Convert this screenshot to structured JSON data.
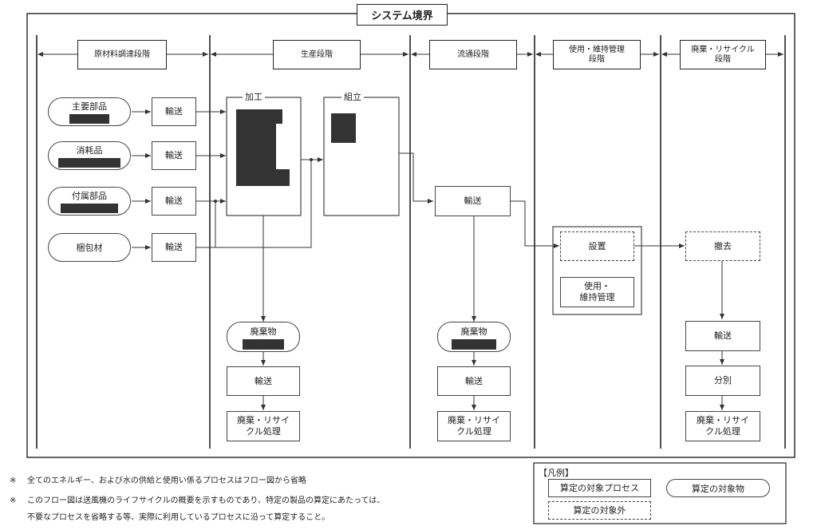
{
  "title": "システム境界",
  "stages": [
    {
      "label": "原材料調達段階"
    },
    {
      "label": "生産段階"
    },
    {
      "label": "流通段階"
    },
    {
      "label": "使用・維持管理\n段階"
    },
    {
      "label": "廃棄・リサイクル\n段階"
    }
  ],
  "materials": {
    "main_parts": "主要部品",
    "consumables": "消耗品",
    "accessories": "付属部品",
    "packaging": "梱包材"
  },
  "transport": "輸送",
  "production": {
    "processing": "加工",
    "assembly": "組立",
    "waste": "廃棄物",
    "transport": "輸送",
    "disposal": "廃棄・リサイ\nクル処理"
  },
  "distribution": {
    "transport": "輸送",
    "waste": "廃棄物",
    "waste_transport": "輸送",
    "disposal": "廃棄・リサイ\nクル処理"
  },
  "use": {
    "install": "設置",
    "maintenance": "使用・\n維持管理"
  },
  "eol": {
    "removal": "撤去",
    "transport": "輸送",
    "sorting": "分別",
    "disposal": "廃棄・リサイ\nクル処理"
  },
  "notes": [
    {
      "mark": "※",
      "text": "全てのエネルギー、および水の供給と使用い係るプロセスはフロー図から省略"
    },
    {
      "mark": "※",
      "text": "このフロー図は送風機のライフサイクルの概要を示すものであり、特定の製品の算定にあたっては、"
    },
    {
      "mark": "",
      "text": "不要なプロセスを省略する等、実際に利用しているプロセスに沿って算定すること。"
    }
  ],
  "legend": {
    "title": "【凡例】",
    "target_process": "算定の対象プロセス",
    "target_object": "算定の対象物",
    "excluded": "算定の対象外"
  }
}
